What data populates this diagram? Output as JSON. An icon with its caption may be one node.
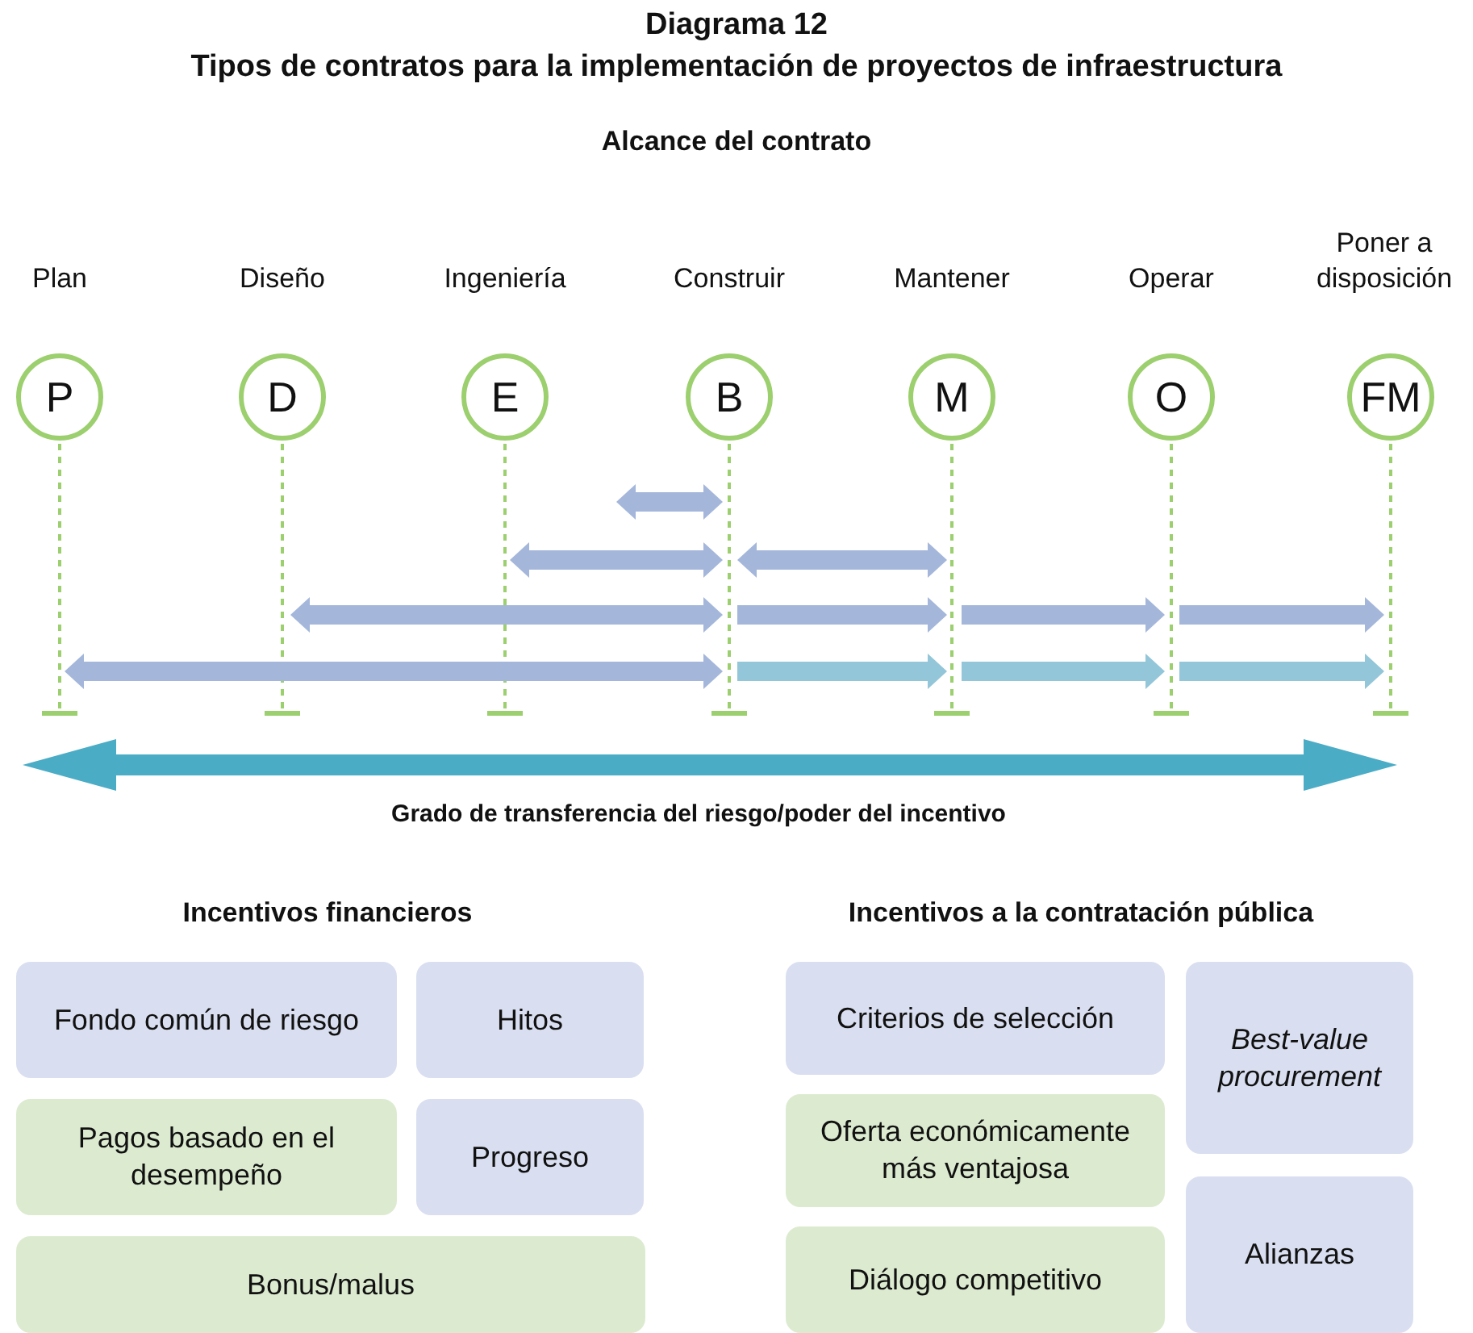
{
  "diagram": {
    "title": "Diagrama 12",
    "nodes": [
      {
        "text": [
          "P"
        ],
        "beside": [
          "Plan"
        ]
      },
      {
        "text": [
          "D"
        ],
        "beside": [
          "Diseño"
        ]
      },
      {
        "text": [
          "E"
        ],
        "beside": [
          "Ingeniería"
        ]
      },
      {
        "text": [
          "B"
        ],
        "beside": [
          "Construir"
        ]
      },
      {
        "text": [
          "M"
        ],
        "beside": [
          "Mantener"
        ]
      },
      {
        "text": [
          "O"
        ],
        "beside": [
          "Operar"
        ]
      },
      {
        "text": [
          "FM"
        ],
        "beside": [
          "Poner a disposición"
        ]
      },
      {
        "text": [
          "Fondo común de riesgo"
        ]
      },
      {
        "text": [
          "Hitos"
        ]
      },
      {
        "text": [
          "Pagos basado en el desempeño"
        ]
      },
      {
        "text": [
          "Progreso"
        ]
      },
      {
        "text": [
          "Bonus/malus"
        ]
      },
      {
        "text": [
          "Criterios de selección"
        ]
      },
      {
        "text": [
          "Best-value procurement"
        ]
      },
      {
        "text": [
          "Oferta económicamente más ventajosa"
        ]
      },
      {
        "text": [
          "Diálogo competitivo"
        ]
      },
      {
        "text": [
          "Alianzas"
        ]
      }
    ],
    "edges": [],
    "labels": [
      "Tipos de contratos para la implementación de proyectos de infraestructura",
      "Alcance del contrato",
      "Grado de transferencia del riesgo/poder del incentivo",
      "Incentivos financieros",
      "Incentivos a la contratación pública"
    ]
  }
}
